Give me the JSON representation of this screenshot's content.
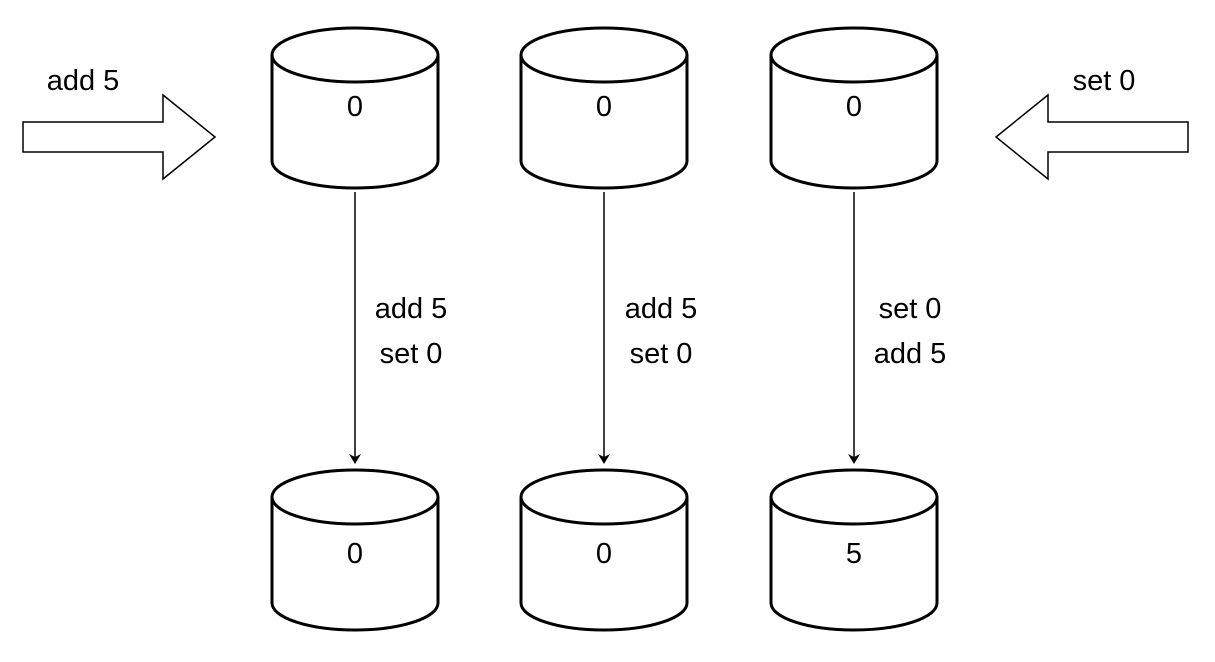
{
  "colors": {
    "stroke": "#000000",
    "fill": "#ffffff",
    "text": "#000000"
  },
  "inputs": {
    "left": {
      "label": "add 5",
      "direction": "right"
    },
    "right": {
      "label": "set 0",
      "direction": "left"
    }
  },
  "columns": [
    {
      "top_value": "0",
      "bottom_value": "0",
      "ops": [
        "add 5",
        "set 0"
      ]
    },
    {
      "top_value": "0",
      "bottom_value": "0",
      "ops": [
        "add 5",
        "set 0"
      ]
    },
    {
      "top_value": "0",
      "bottom_value": "5",
      "ops": [
        "set 0",
        "add 5"
      ]
    }
  ]
}
